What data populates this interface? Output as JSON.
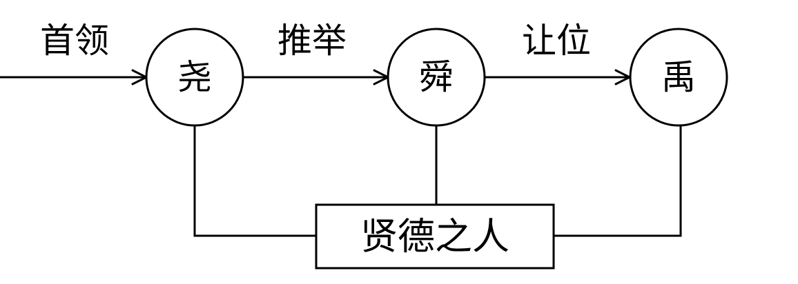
{
  "edge_labels": {
    "first": "首领",
    "second": "推举",
    "third": "让位"
  },
  "nodes": {
    "yao": "尧",
    "shun": "舜",
    "yu": "禹"
  },
  "box": "贤德之人"
}
